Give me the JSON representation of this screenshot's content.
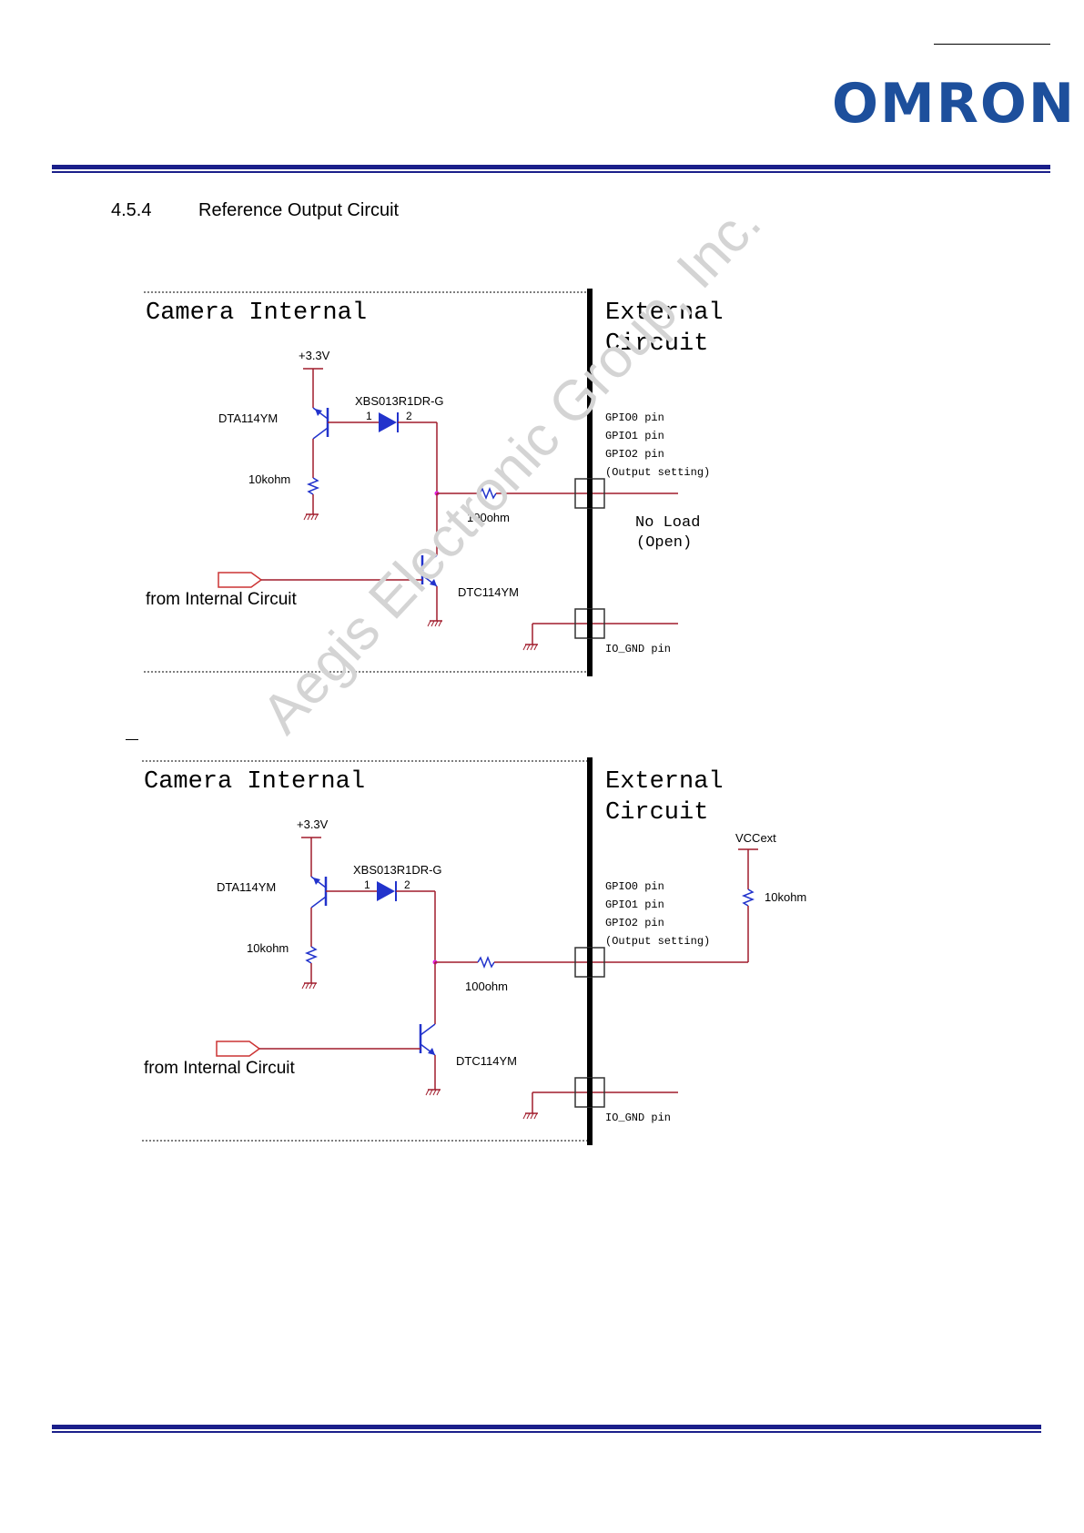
{
  "header": {
    "logo_text": "OMRON"
  },
  "colors": {
    "brand": "#1d4f9c",
    "rule": "#1a1f8a",
    "wire": "#a01c2c",
    "component": "#2233cc",
    "node": "#e020e0",
    "connector": "#cc3333",
    "watermark": "#d4d4d4"
  },
  "section": {
    "number": "4.5.4",
    "title": "Reference Output Circuit"
  },
  "diagrams": [
    {
      "camera_label": "Camera Internal",
      "external_label_1": "External",
      "external_label_2": "Circuit",
      "supply": "+3.3V",
      "pnp": "DTA114YM",
      "diode": "XBS013R1DR-G",
      "diode_pin1": "1",
      "diode_pin2": "2",
      "resistor_base": "10kohm",
      "resistor_series": "100ohm",
      "npn": "DTC114YM",
      "input_label": "from Internal Circuit",
      "gpio0": "GPIO0 pin",
      "gpio1": "GPIO1 pin",
      "gpio2": "GPIO2 pin",
      "output_setting": "(Output setting)",
      "load_1": "No Load",
      "load_2": "(Open)",
      "gnd_pin": "IO_GND pin"
    },
    {
      "camera_label": "Camera Internal",
      "external_label_1": "External",
      "external_label_2": "Circuit",
      "supply": "+3.3V",
      "pnp": "DTA114YM",
      "diode": "XBS013R1DR-G",
      "diode_pin1": "1",
      "diode_pin2": "2",
      "resistor_base": "10kohm",
      "resistor_series": "100ohm",
      "npn": "DTC114YM",
      "input_label": "from Internal Circuit",
      "gpio0": "GPIO0 pin",
      "gpio1": "GPIO1 pin",
      "gpio2": "GPIO2 pin",
      "output_setting": "(Output setting)",
      "vcc_ext": "VCCext",
      "pullup": "10kohm",
      "gnd_pin": "IO_GND pin"
    }
  ],
  "watermark": "Aegis Electronic Group, Inc."
}
